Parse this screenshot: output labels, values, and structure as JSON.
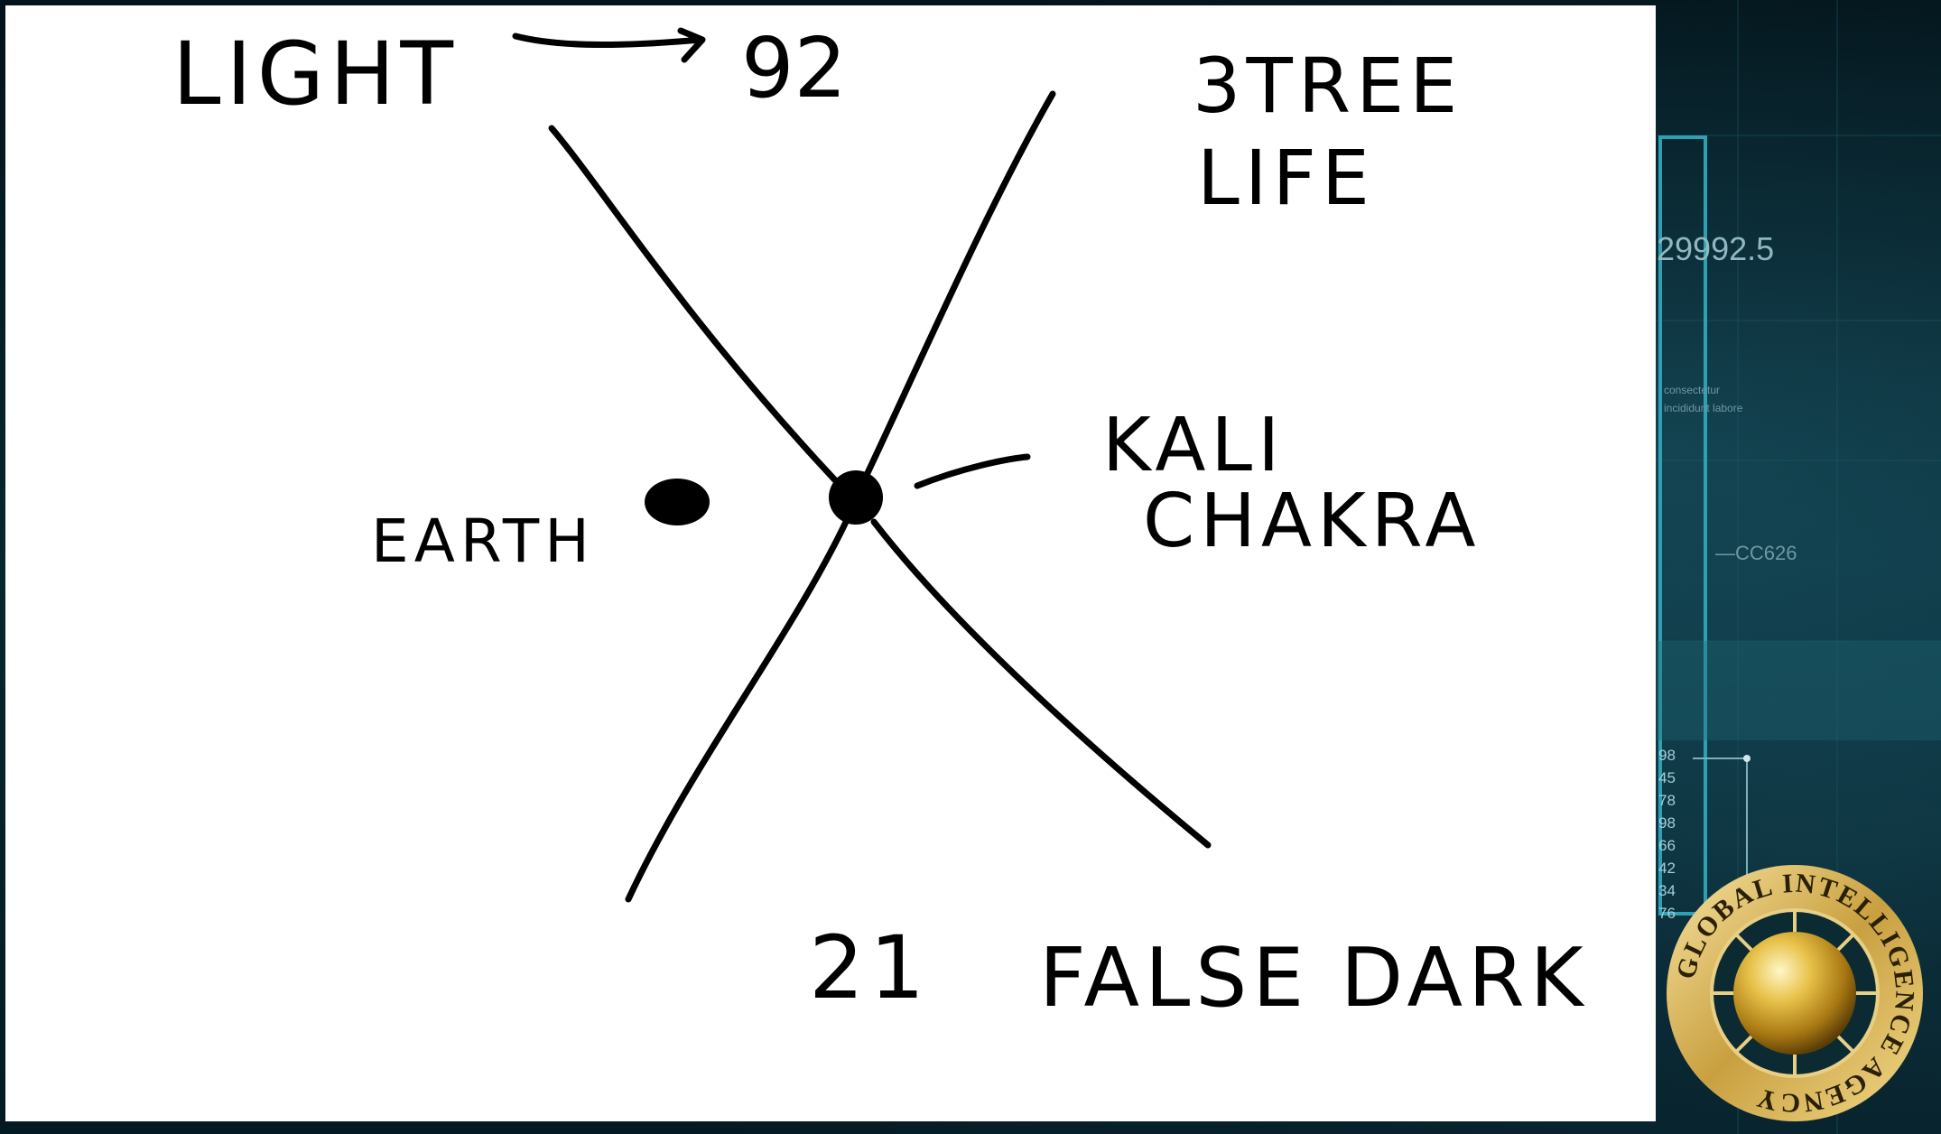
{
  "whiteboard": {
    "labels": {
      "light": "LIGHT",
      "ninety_two": "92",
      "three_tree": "3TREE",
      "life": "LIFE",
      "kali": "KALI",
      "chakra": "CHAKRA",
      "earth": "EARTH",
      "twenty_one": "21",
      "false_dark": "FALSE DARK"
    }
  },
  "hud": {
    "readout": "29992.5",
    "code": "—CC626",
    "filler_line_1": "consectetur",
    "filler_line_2": "incididunt labore",
    "numbers": [
      "98",
      "45",
      "78",
      "98",
      "66",
      "42",
      "34",
      "76"
    ]
  },
  "seal": {
    "text": "GLOBAL INTELLIGENCE AGENCY"
  },
  "colors": {
    "whiteboard": "#ffffff",
    "ink": "#000000",
    "hud_background": "#041219",
    "hud_cyan": "#3fb8c8",
    "seal_gold": "#d9b24c"
  }
}
